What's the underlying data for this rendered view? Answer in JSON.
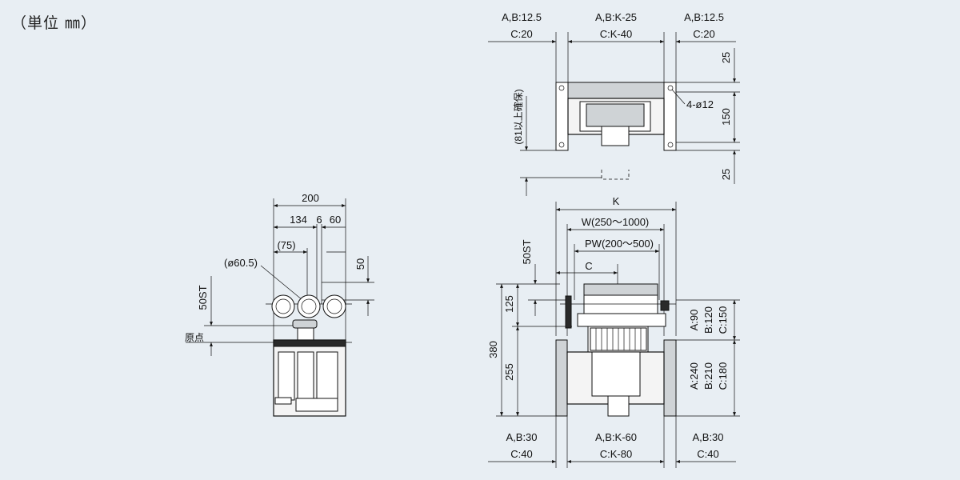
{
  "unit_label": "（単位 ㎜）",
  "top_view": {
    "left_top": "A,B:12.5",
    "left_bottom": "C:20",
    "center_top": "A,B:K-25",
    "center_bottom": "C:K-40",
    "right_top": "A,B:12.5",
    "right_bottom": "C:20",
    "dim_25_top": "25",
    "dim_150": "150",
    "dim_25_bottom": "25",
    "hole": "4-ø12",
    "clearance": "(81以上確保)"
  },
  "side_view": {
    "w200": "200",
    "w134": "134",
    "w6": "6",
    "w60": "60",
    "w75": "(75)",
    "dia": "(ø60.5)",
    "h50": "50",
    "st50": "50ST",
    "origin": "原点"
  },
  "front_view": {
    "k": "K",
    "w": "W(250〜1000)",
    "pw": "PW(200〜500)",
    "c": "C",
    "st50": "50ST",
    "h380": "380",
    "h125": "125",
    "h255": "255",
    "right_upper_a": "A:90",
    "right_upper_b": "B:120",
    "right_upper_c": "C:150",
    "right_lower_a": "A:240",
    "right_lower_b": "B:210",
    "right_lower_c": "C:180",
    "bottom_left_top": "A,B:30",
    "bottom_left_bottom": "C:40",
    "bottom_center_top": "A,B:K-60",
    "bottom_center_bottom": "C:K-80",
    "bottom_right_top": "A,B:30",
    "bottom_right_bottom": "C:40"
  }
}
